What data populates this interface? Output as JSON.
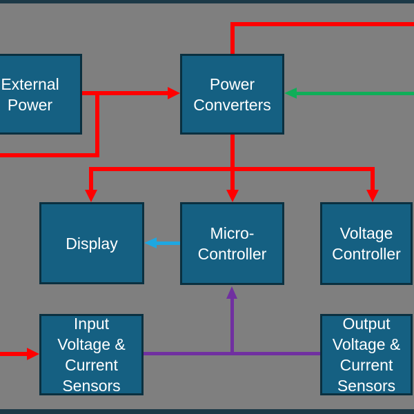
{
  "diagram": {
    "nodes": [
      {
        "id": "external-power",
        "label": "External\nPower"
      },
      {
        "id": "power-converters",
        "label": "Power\nConverters"
      },
      {
        "id": "display",
        "label": "Display"
      },
      {
        "id": "micro-controller",
        "label": "Micro-\nController"
      },
      {
        "id": "voltage-controller",
        "label": "Voltage\nController"
      },
      {
        "id": "input-sensors",
        "label": "Input\nVoltage &\nCurrent\nSensors"
      },
      {
        "id": "output-sensors",
        "label": "Output\nVoltage &\nCurrent\nSensors"
      }
    ],
    "edges": [
      {
        "from": "External Power",
        "to": "Power Converters",
        "color": "red"
      },
      {
        "from": "External Power",
        "to": "off-screen left",
        "color": "red"
      },
      {
        "from": "Power Converters",
        "to": "off-screen top right",
        "color": "red"
      },
      {
        "from": "Power Converters",
        "to": "Display",
        "color": "red"
      },
      {
        "from": "Power Converters",
        "to": "Micro-Controller",
        "color": "red"
      },
      {
        "from": "Power Converters",
        "to": "Voltage Controller",
        "color": "red"
      },
      {
        "from": "off-screen left",
        "to": "Input Voltage & Current Sensors",
        "color": "red"
      },
      {
        "from": "off-screen right",
        "to": "Power Converters",
        "color": "green"
      },
      {
        "from": "Micro-Controller",
        "to": "Display",
        "color": "cyan"
      },
      {
        "from": "Input & Output Voltage & Current Sensors",
        "to": "Micro-Controller",
        "color": "purple"
      }
    ],
    "colors": {
      "background": "#7f7f7f",
      "frame": "#1c3947",
      "node_fill": "#156082",
      "node_border": "#0a3040",
      "text": "#ffffff",
      "red": "#ff0000",
      "green": "#0fae58",
      "cyan": "#1ea7e1",
      "purple": "#7030a0"
    }
  }
}
